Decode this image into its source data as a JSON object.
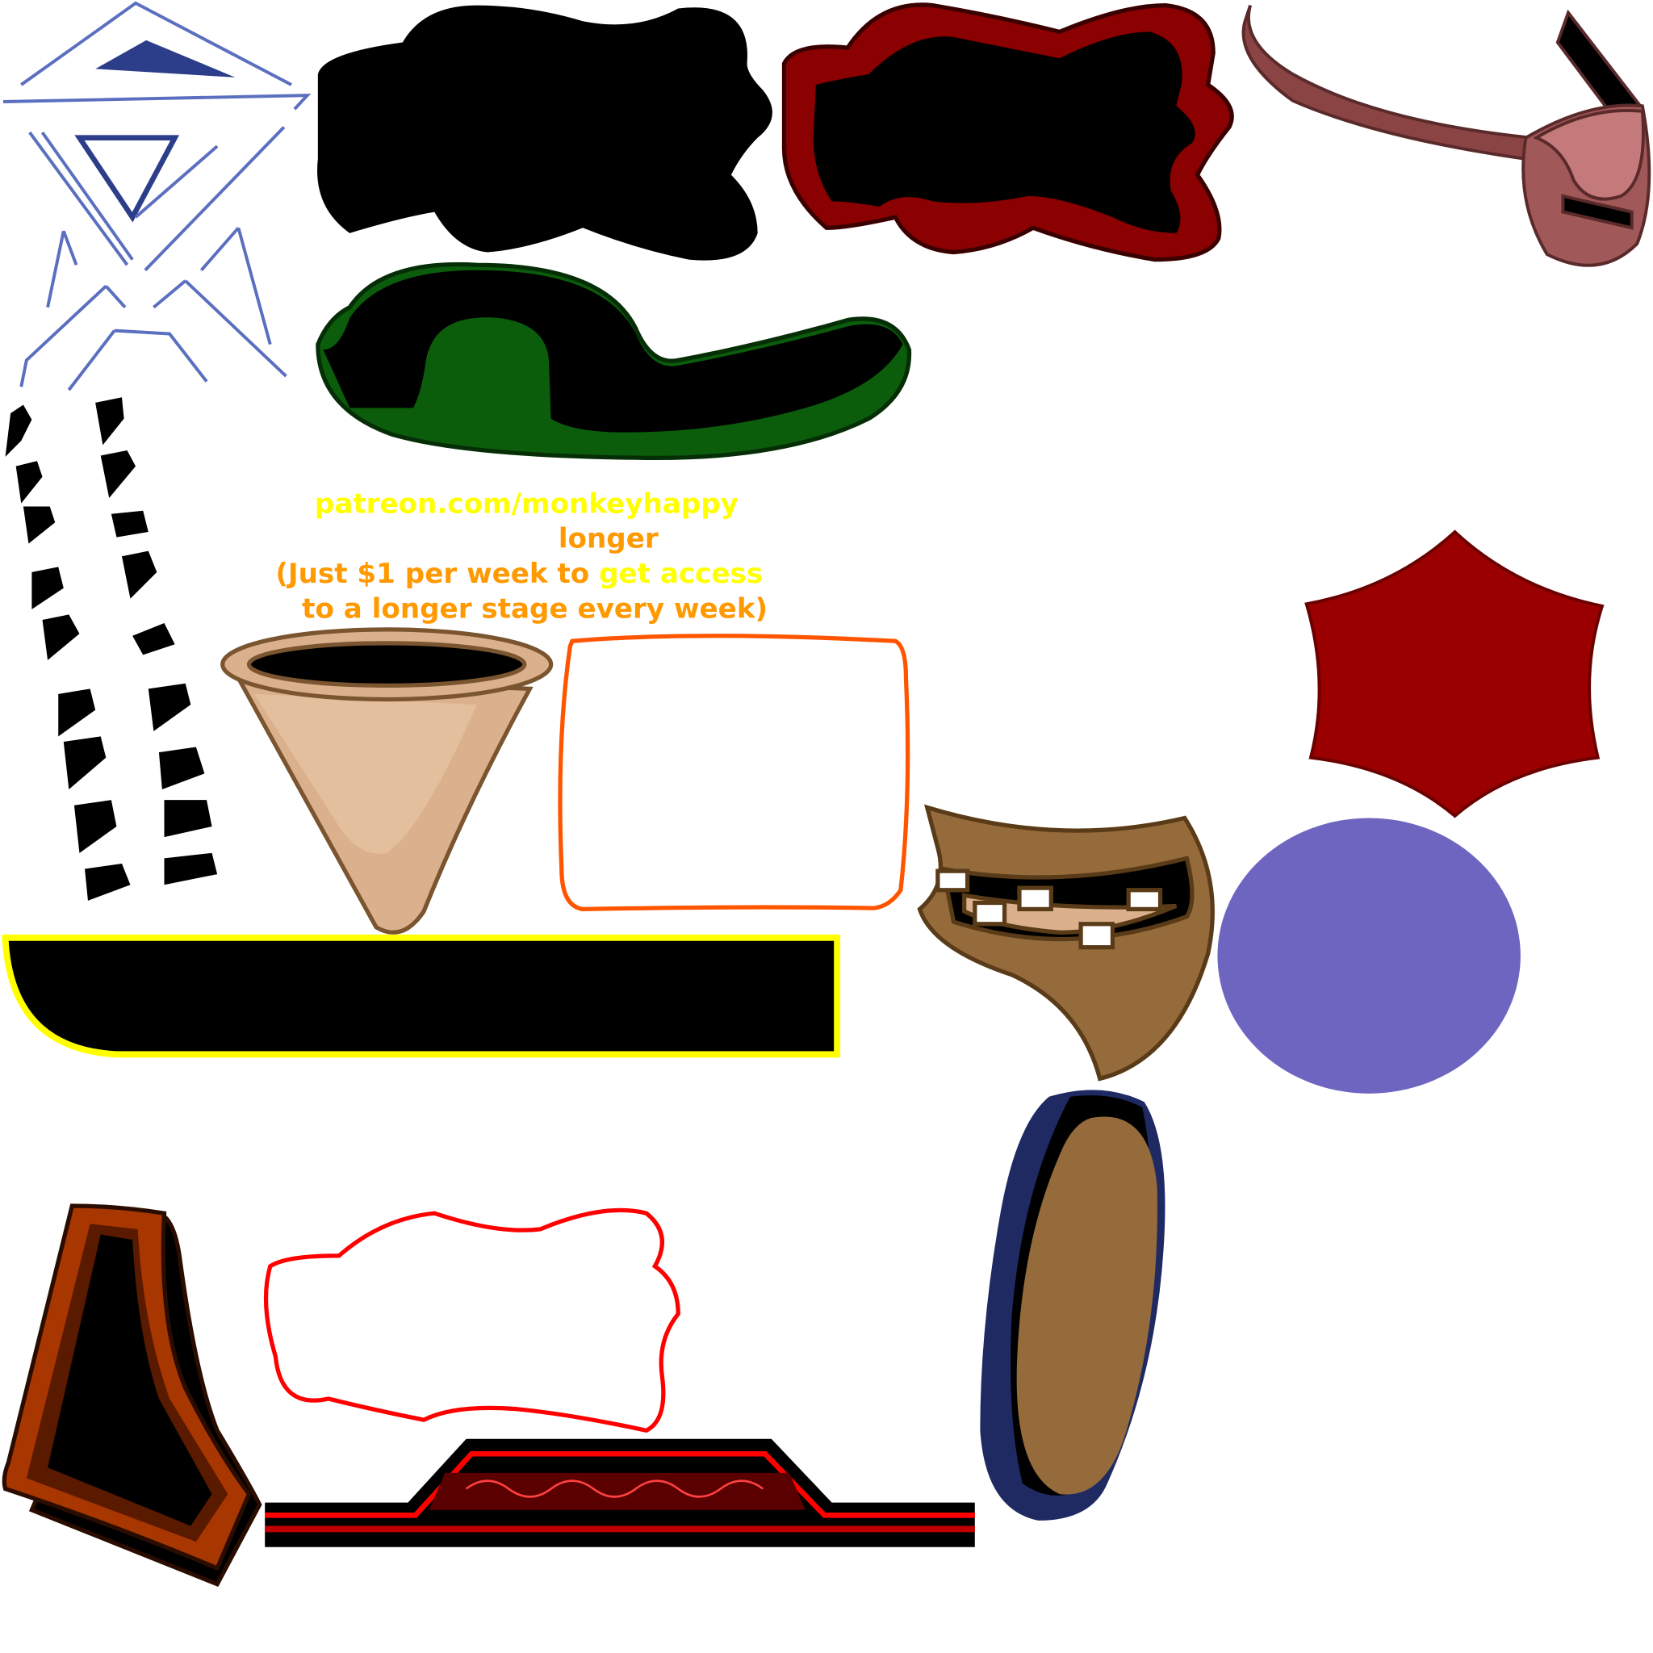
{
  "promo": {
    "line1": "patreon.com/monkeyhappy",
    "line2": "longer",
    "line3a": "(Just $1 per week to ",
    "line3b": "get access",
    "line4a": "to a longer stage ",
    "line4b": "every week)"
  },
  "colors": {
    "yellow": "#ffff00",
    "orange": "#ff9900",
    "blue_lines": "#5b6fc0",
    "dark_red": "#8b0000",
    "green": "#0b5c0b",
    "skin": "#e4bf9d",
    "brown": "#956b3b",
    "purple": "#6e65c0",
    "navy": "#1f2a63",
    "rust": "#a83600"
  }
}
